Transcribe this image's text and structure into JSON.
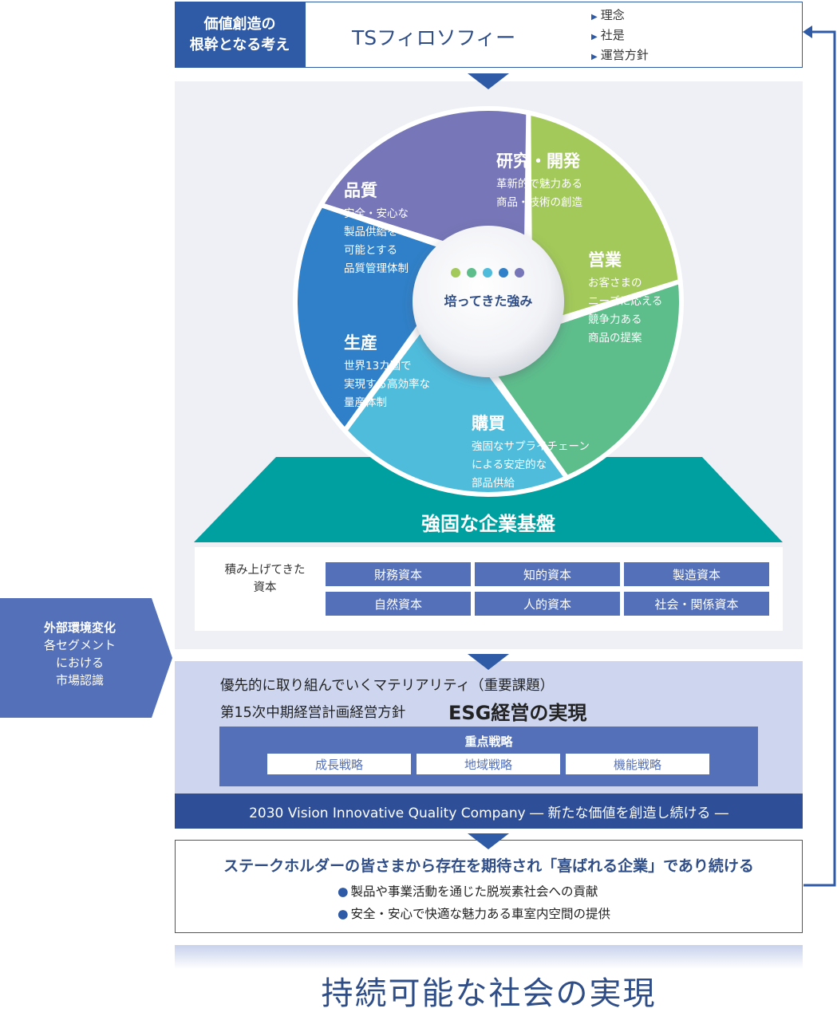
{
  "philosophy": {
    "label_line1": "価値創造の",
    "label_line2": "根幹となる考え",
    "title": "TSフィロソフィー",
    "items": [
      "理念",
      "社是",
      "運営方針"
    ]
  },
  "strengths": {
    "center_label": "培ってきた強み",
    "segments": [
      {
        "title": "研究・開発",
        "desc": [
          "革新的で魅力ある",
          "商品・技術の創造"
        ],
        "color": "#a3c95a"
      },
      {
        "title": "営業",
        "desc": [
          "お客さまの",
          "ニーズに応える",
          "競争力ある",
          "商品の提案"
        ],
        "color": "#5dbd8b"
      },
      {
        "title": "購買",
        "desc": [
          "強固なサプライチェーン",
          "による安定的な",
          "部品供給"
        ],
        "color": "#4fbcdc"
      },
      {
        "title": "生産",
        "desc": [
          "世界13カ国で",
          "実現する高効率な",
          "量産体制"
        ],
        "color": "#2f80c8"
      },
      {
        "title": "品質",
        "desc": [
          "安全・安心な",
          "製品供給を",
          "可能とする",
          "品質管理体制"
        ],
        "color": "#7676b8"
      }
    ]
  },
  "foundation": {
    "title": "強固な企業基盤",
    "capital_label_line1": "積み上げてきた",
    "capital_label_line2": "資本",
    "capitals": [
      "財務資本",
      "知的資本",
      "製造資本",
      "自然資本",
      "人的資本",
      "社会・関係資本"
    ]
  },
  "external": {
    "line1": "外部環境変化",
    "line2": "各セグメント",
    "line3": "における",
    "line4": "市場認識"
  },
  "materiality": {
    "title": "優先的に取り組んでいくマテリアリティ（重要課題）",
    "policy": "第15次中期経営計画経営方針",
    "esg": "ESG経営の実現",
    "strategy_title": "重点戦略",
    "strategies": [
      "成長戦略",
      "地域戦略",
      "機能戦略"
    ]
  },
  "vision": "2030 Vision Innovative Quality Company  ― 新たな価値を創造し続ける ―",
  "stakeholders": {
    "title": "ステークホルダーの皆さまから存在を期待され「喜ばれる企業」であり続ける",
    "items": [
      "製品や事業活動を通じた脱炭素社会への貢献",
      "安全・安心で快適な魅力ある車室内空間の提供"
    ]
  },
  "bottom": "持続可能な社会の実現",
  "colors": {
    "primary": "#2f5aa5",
    "teal": "#00a0a0",
    "panel": "#eef0f5",
    "materiality": "#cdd6ee"
  }
}
